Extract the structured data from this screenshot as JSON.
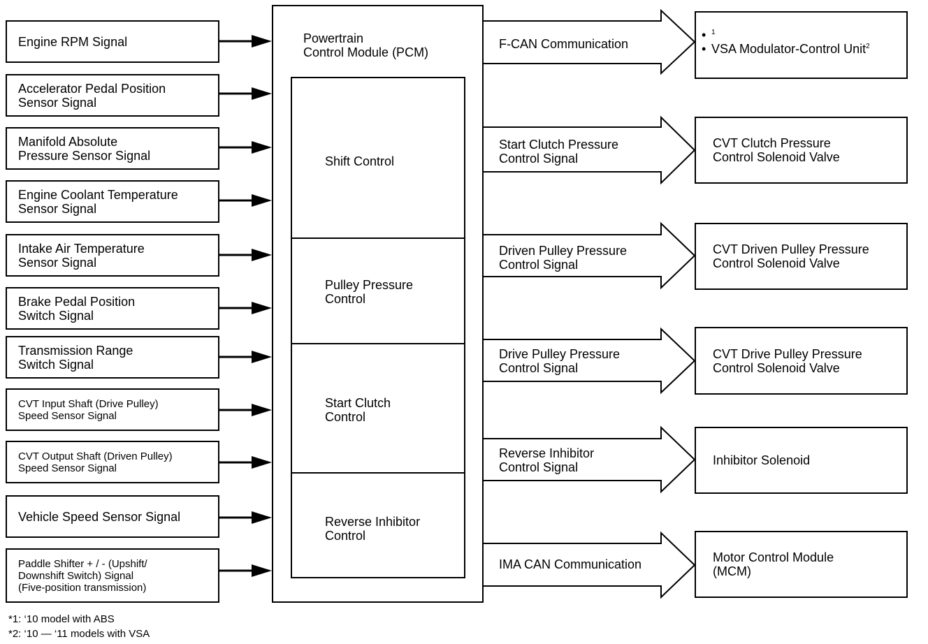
{
  "inputs": [
    {
      "label": "Engine RPM Signal"
    },
    {
      "label": "Accelerator Pedal Position\nSensor Signal"
    },
    {
      "label": "Manifold Absolute\nPressure Sensor Signal"
    },
    {
      "label": "Engine Coolant Temperature\nSensor Signal"
    },
    {
      "label": "Intake Air Temperature\nSensor Signal"
    },
    {
      "label": "Brake Pedal Position\nSwitch Signal"
    },
    {
      "label": "Transmission Range\nSwitch Signal"
    },
    {
      "label": "CVT Input Shaft (Drive Pulley)\nSpeed Sensor Signal"
    },
    {
      "label": "CVT Output Shaft (Driven Pulley)\nSpeed Sensor Signal"
    },
    {
      "label": "Vehicle Speed Sensor Signal"
    },
    {
      "label": "Paddle Shifter + / -  (Upshift/\nDownshift Switch) Signal\n(Five-position transmission)"
    }
  ],
  "pcm": {
    "title": "Powertrain\nControl Module (PCM)",
    "blocks": [
      {
        "label": "Shift Control"
      },
      {
        "label": "Pulley Pressure\nControl"
      },
      {
        "label": "Start Clutch\nControl"
      },
      {
        "label": "Reverse Inhibitor\nControl"
      }
    ]
  },
  "outputs": [
    {
      "signal": "F-CAN Communication",
      "target": ""
    },
    {
      "signal": "Start Clutch Pressure\nControl Signal",
      "target": "CVT Clutch Pressure\nControl Solenoid Valve"
    },
    {
      "signal": "Driven Pulley Pressure\nControl Signal",
      "target": "CVT Driven Pulley Pressure\nControl Solenoid Valve"
    },
    {
      "signal": "Drive Pulley Pressure\nControl Signal",
      "target": "CVT Drive Pulley Pressure\nControl Solenoid Valve"
    },
    {
      "signal": "Reverse Inhibitor\nControl Signal",
      "target": "Inhibitor Solenoid"
    },
    {
      "signal": "IMA CAN Communication",
      "target": "Motor Control Module\n(MCM)"
    }
  ],
  "fcan_targets": {
    "item1_mark": "1",
    "item2_label": "VSA Modulator-Control Unit",
    "item2_mark": "2"
  },
  "footnotes": [
    "*1: ‘10 model with ABS",
    "*2: ‘10 — ‘11 models with VSA"
  ]
}
